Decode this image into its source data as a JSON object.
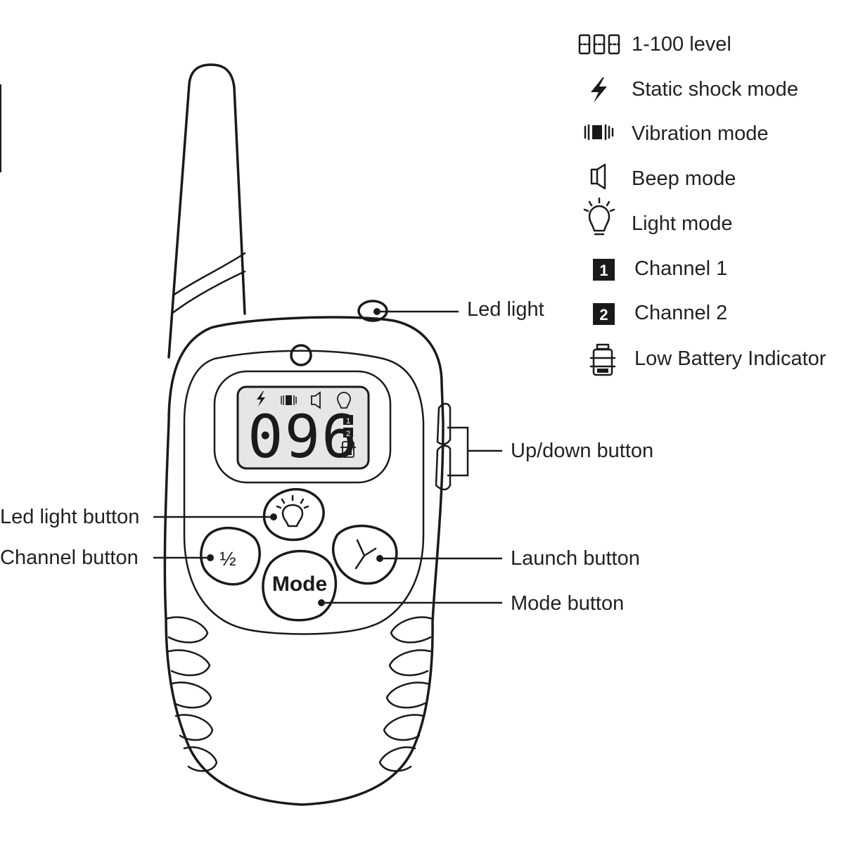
{
  "legend": [
    {
      "icon": "digits-icon",
      "label": "1-100 level"
    },
    {
      "icon": "lightning-bolt-icon",
      "label": "Static shock mode"
    },
    {
      "icon": "vibration-icon",
      "label": "Vibration mode"
    },
    {
      "icon": "speaker-icon",
      "label": "Beep mode"
    },
    {
      "icon": "bulb-icon",
      "label": "Light mode"
    },
    {
      "icon": "channel-1-icon",
      "label": "Channel 1",
      "glyph": "1"
    },
    {
      "icon": "channel-2-icon",
      "label": "Channel 2",
      "glyph": "2"
    },
    {
      "icon": "battery-icon",
      "label": "Low Battery Indicator"
    }
  ],
  "callouts": {
    "led_light": "Led light",
    "up_down_button": "Up/down button",
    "led_light_button": "Led light button",
    "channel_button": "Channel button",
    "launch_button": "Launch button",
    "mode_button": "Mode button"
  },
  "device": {
    "lcd_value": "096",
    "mode_button_label": "Mode",
    "channel_button_label": "½",
    "channel_indicators": [
      "1",
      "2"
    ]
  },
  "colors": {
    "outline": "#1a1a1a",
    "lcd_fill": "#e6e6e6",
    "background": "#ffffff"
  }
}
